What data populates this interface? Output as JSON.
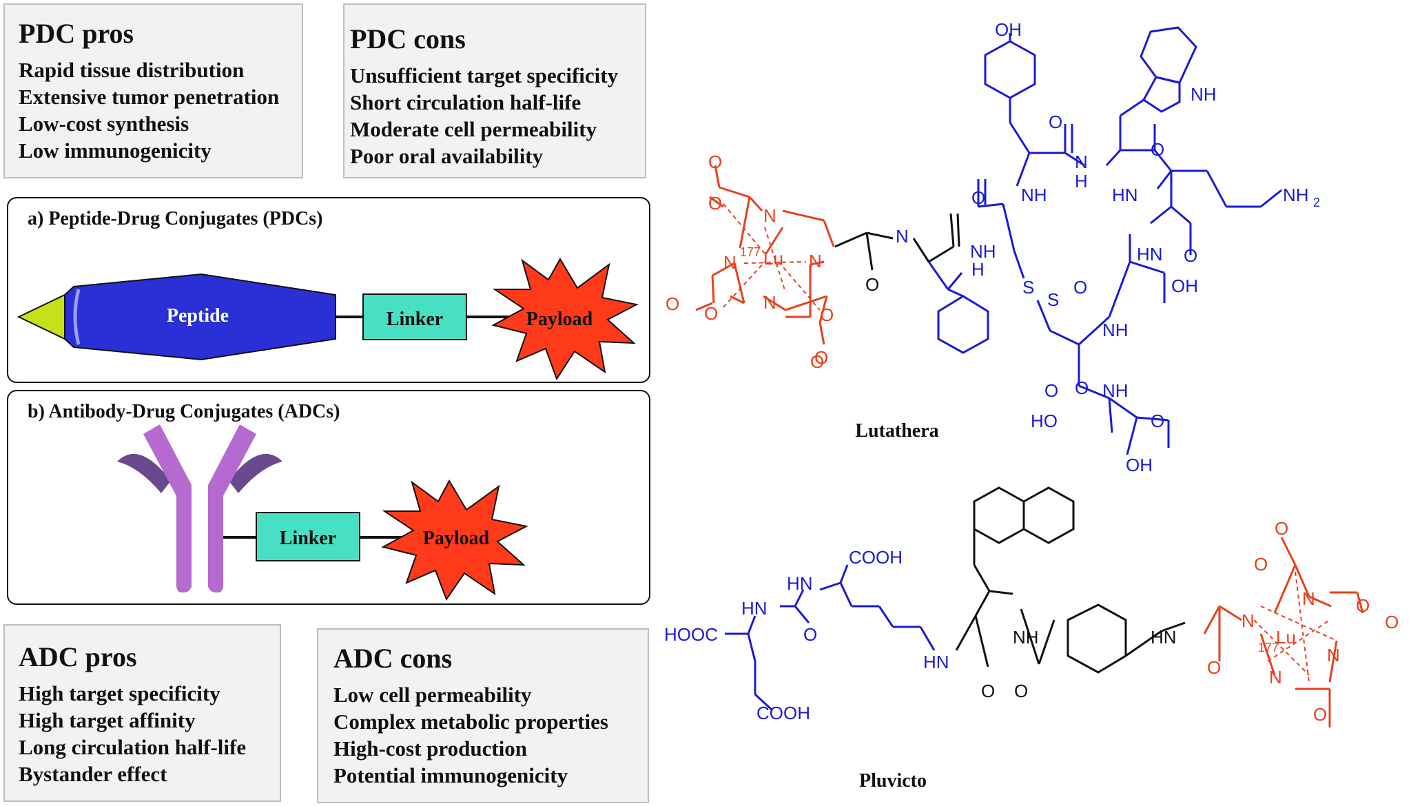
{
  "pdc_pros": {
    "title": "PDC pros",
    "items": [
      "Rapid tissue distribution",
      "Extensive tumor penetration",
      "Low-cost synthesis",
      "Low immunogenicity"
    ]
  },
  "pdc_cons": {
    "title": "PDC cons",
    "items": [
      "Unsufficient target specificity",
      "Short circulation half-life",
      "Moderate cell permeability",
      "Poor oral availability"
    ]
  },
  "adc_pros": {
    "title": "ADC pros",
    "items": [
      "High target specificity",
      "High target affinity",
      "Long circulation half-life",
      "Bystander effect"
    ]
  },
  "adc_cons": {
    "title": "ADC cons",
    "items": [
      "Low cell permeability",
      "Complex metabolic properties",
      "High-cost production",
      "Potential immunogenicity"
    ]
  },
  "panel_a": {
    "title": "a) Peptide-Drug Conjugates (PDCs)",
    "peptide": "Peptide",
    "linker": "Linker",
    "payload": "Payload"
  },
  "panel_b": {
    "title": "b) Antibody-Drug Conjugates (ADCs)",
    "linker": "Linker",
    "payload": "Payload"
  },
  "molecules": {
    "lutathera_name": "Lutathera",
    "pluvicto_name": "Pluvicto",
    "lutathera_labels": {
      "oh_top": "OH",
      "nh_indole": "NH",
      "o1": "O",
      "o2": "O",
      "nh1": "NH",
      "nh2": "N",
      "h2": "H",
      "hn1": "HN",
      "nh2_group": "NH",
      "nh2_sub": "2",
      "o3": "O",
      "nh3": "NH",
      "h3": "H",
      "n3": "N",
      "o4": "O",
      "hn2": "HN",
      "o5": "O",
      "s1": "S",
      "s2": "S",
      "o6": "O",
      "oh2": "OH",
      "nh4": "NH",
      "o7": "O",
      "nh5": "NH",
      "ho": "HO",
      "o8": "O",
      "oh3": "OH",
      "o9": "O",
      "dota_o1": "O",
      "dota_o2": "O",
      "dota_n1": "N",
      "dota_n2": "N",
      "dota_n3": "N",
      "dota_n4": "N",
      "lu_sup": "177",
      "lu": "Lu",
      "dota_o3": "O",
      "dota_o4": "O",
      "dota_o5": "O",
      "dota_o6": "O",
      "dota_o7": "O"
    },
    "pluvicto_labels": {
      "cooh1": "COOH",
      "hn1": "HN",
      "hn2": "HN",
      "hooc": "HOOC",
      "o1": "O",
      "cooh2": "COOH",
      "hn3": "HN",
      "nh1": "NH",
      "o2": "O",
      "o3": "O",
      "hn4": "HN",
      "dota_o1": "O",
      "dota_o2": "O",
      "dota_n1": "N",
      "dota_n2": "N",
      "dota_n3": "N",
      "dota_n4": "N",
      "lu_sup": "177",
      "lu": "Lu",
      "dota_o3": "O",
      "dota_o4": "O",
      "dota_o5": "O",
      "dota_o6": "O"
    }
  },
  "colors": {
    "blue": "#1a1ad6",
    "red": "#e8401c",
    "peptide_fill": "#2a2fd6",
    "linker_fill": "#48e0c2",
    "payload_fill": "#ff3a1a",
    "antibody": "#b56ad0",
    "antibody_dark": "#6a4a8e",
    "tip": "#c6e01a"
  }
}
